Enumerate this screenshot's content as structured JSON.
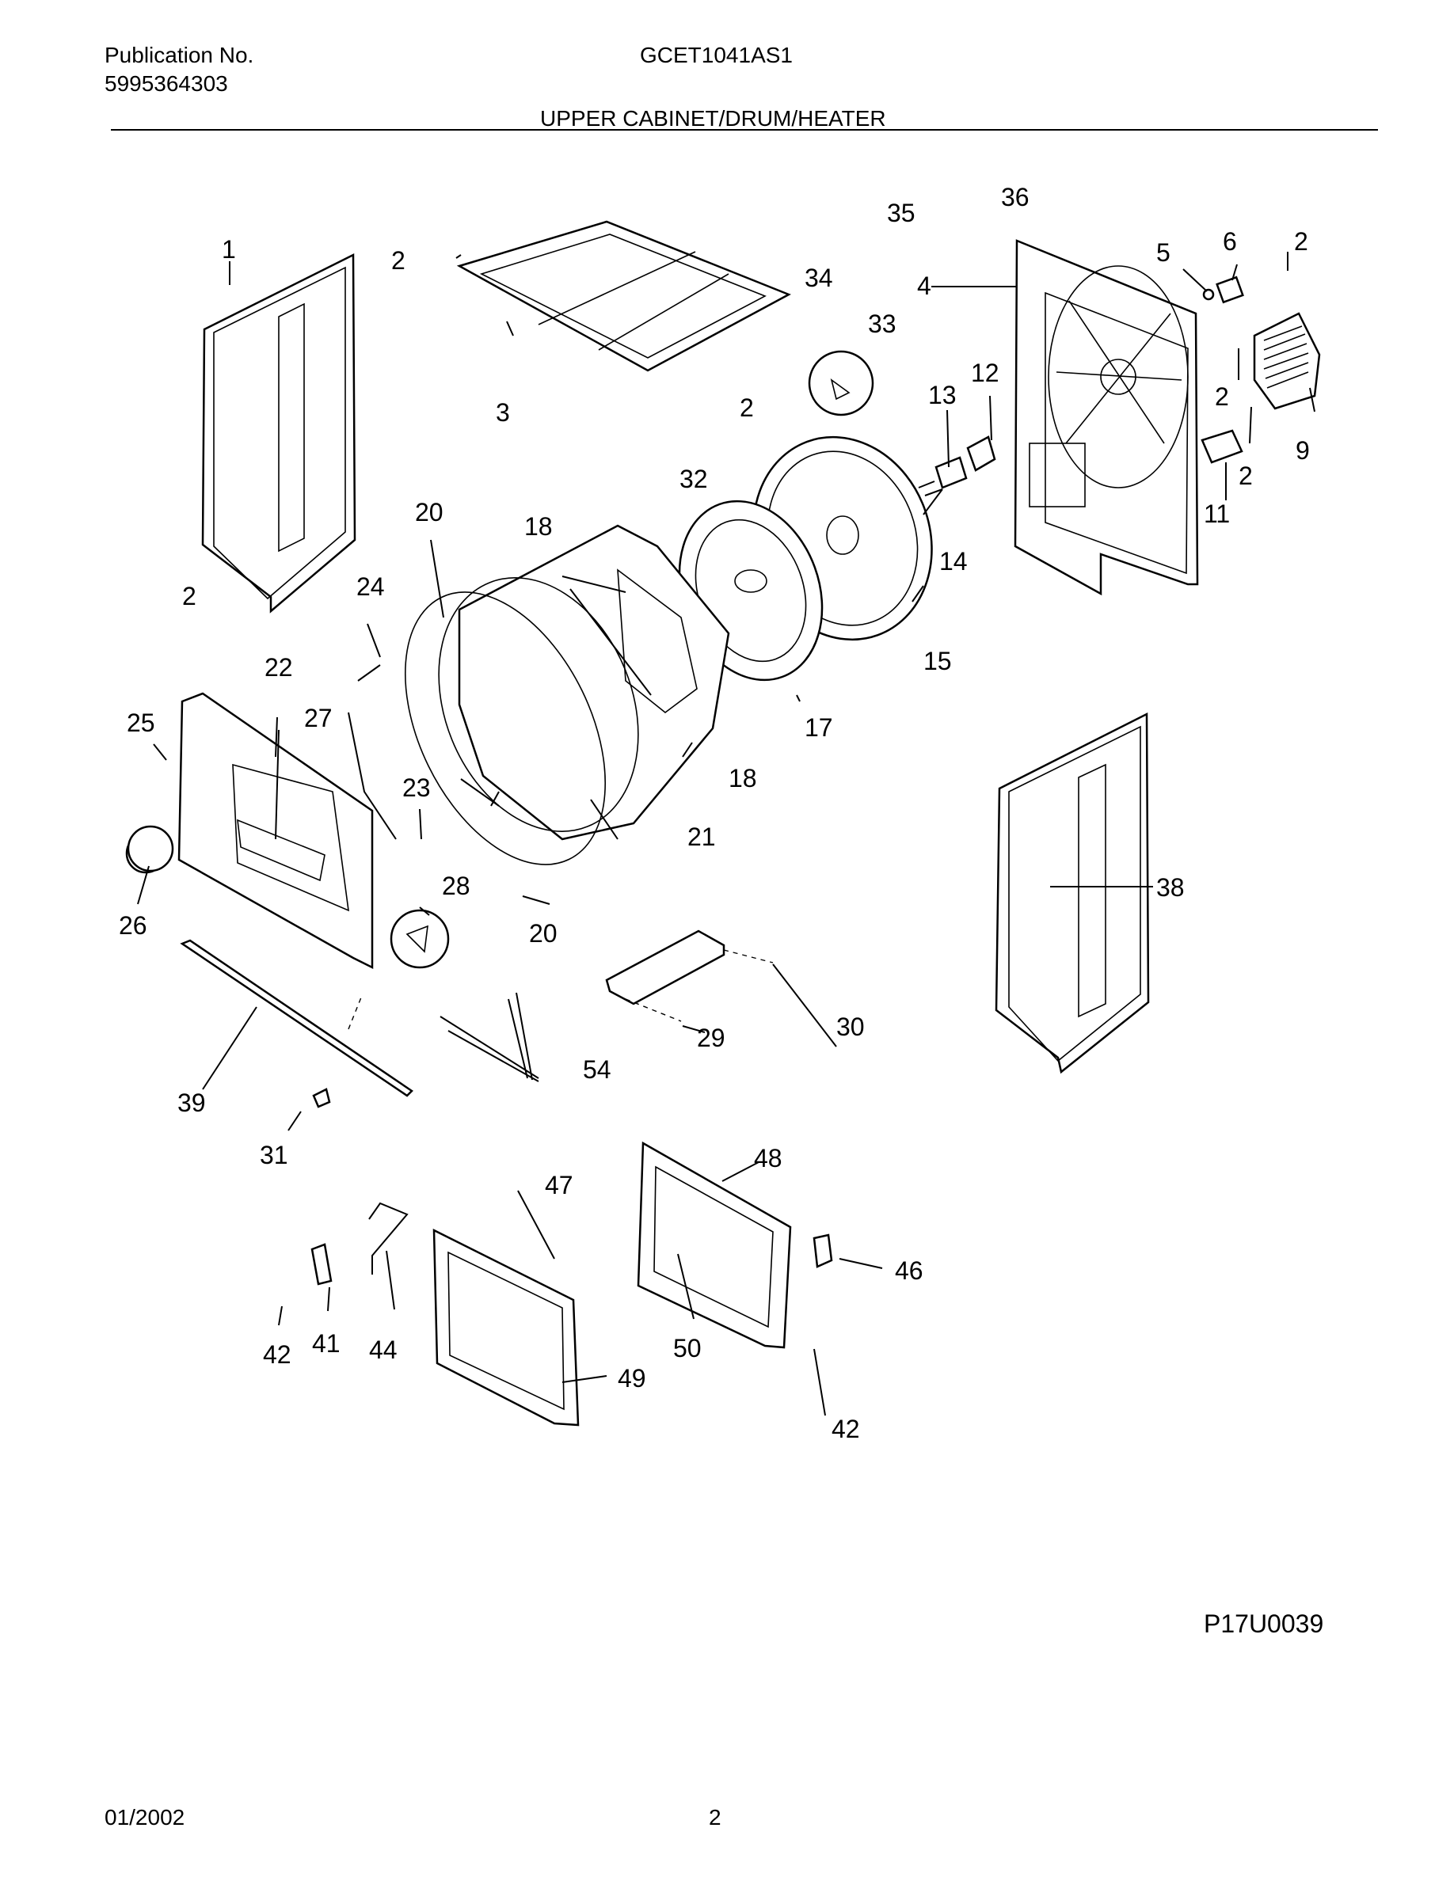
{
  "header": {
    "publication_label": "Publication No.",
    "publication_number": "5995364303",
    "model": "GCET1041AS1",
    "section_title": "UPPER CABINET/DRUM/HEATER"
  },
  "diagram": {
    "figure_code": "P17U0039",
    "callouts": {
      "c1": "1",
      "c2a": "2",
      "c2b": "2",
      "c2c": "2",
      "c2d": "2",
      "c2e": "2",
      "c2f": "2",
      "c3": "3",
      "c4": "4",
      "c5": "5",
      "c6": "6",
      "c9": "9",
      "c11": "11",
      "c12": "12",
      "c13": "13",
      "c14": "14",
      "c15": "15",
      "c17": "17",
      "c18a": "18",
      "c18b": "18",
      "c20a": "20",
      "c20b": "20",
      "c21": "21",
      "c22": "22",
      "c23": "23",
      "c24": "24",
      "c25": "25",
      "c26": "26",
      "c27": "27",
      "c28": "28",
      "c29": "29",
      "c30": "30",
      "c31": "31",
      "c32": "32",
      "c33": "33",
      "c34": "34",
      "c35": "35",
      "c36": "36",
      "c38": "38",
      "c39": "39",
      "c41": "41",
      "c42a": "42",
      "c42b": "42",
      "c44": "44",
      "c46": "46",
      "c47": "47",
      "c48": "48",
      "c49": "49",
      "c50": "50",
      "c54": "54"
    }
  },
  "footer": {
    "date": "01/2002",
    "page": "2"
  }
}
